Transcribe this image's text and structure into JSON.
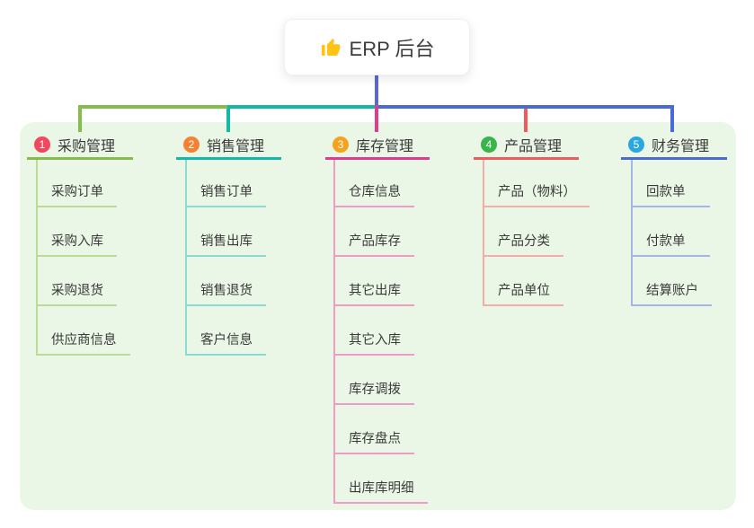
{
  "root": {
    "label": "ERP 后台",
    "icon": "thumbs-up-icon",
    "icon_color": "#FFC313",
    "stem_color": "#5867DC",
    "box_bg": "#FFFFFF"
  },
  "panel": {
    "bg_color": "#EBF7E6"
  },
  "text_color": "#3A3A3A",
  "branches": [
    {
      "index": "1",
      "label": "采购管理",
      "badge_color": "#F0485F",
      "color": "#85BD4B",
      "light_color": "#BBDC96",
      "children": [
        "采购订单",
        "采购入库",
        "采购退货",
        "供应商信息"
      ]
    },
    {
      "index": "2",
      "label": "销售管理",
      "badge_color": "#F58234",
      "color": "#13B9A6",
      "light_color": "#8ADCD2",
      "children": [
        "销售订单",
        "销售出库",
        "销售退货",
        "客户信息"
      ]
    },
    {
      "index": "3",
      "label": "库存管理",
      "badge_color": "#F5A31F",
      "color": "#E23A8E",
      "light_color": "#F19CC6",
      "children": [
        "仓库信息",
        "产品库存",
        "其它出库",
        "其它入库",
        "库存调拨",
        "库存盘点",
        "出库库明细"
      ]
    },
    {
      "index": "4",
      "label": "产品管理",
      "badge_color": "#38B54A",
      "color": "#F15A5A",
      "light_color": "#F8ACA7",
      "children": [
        "产品（物料）",
        "产品分类",
        "产品单位"
      ]
    },
    {
      "index": "5",
      "label": "财务管理",
      "badge_color": "#29A7DF",
      "color": "#4A6BD5",
      "light_color": "#A3B7E6",
      "children": [
        "回款单",
        "付款单",
        "结算账户"
      ]
    }
  ]
}
